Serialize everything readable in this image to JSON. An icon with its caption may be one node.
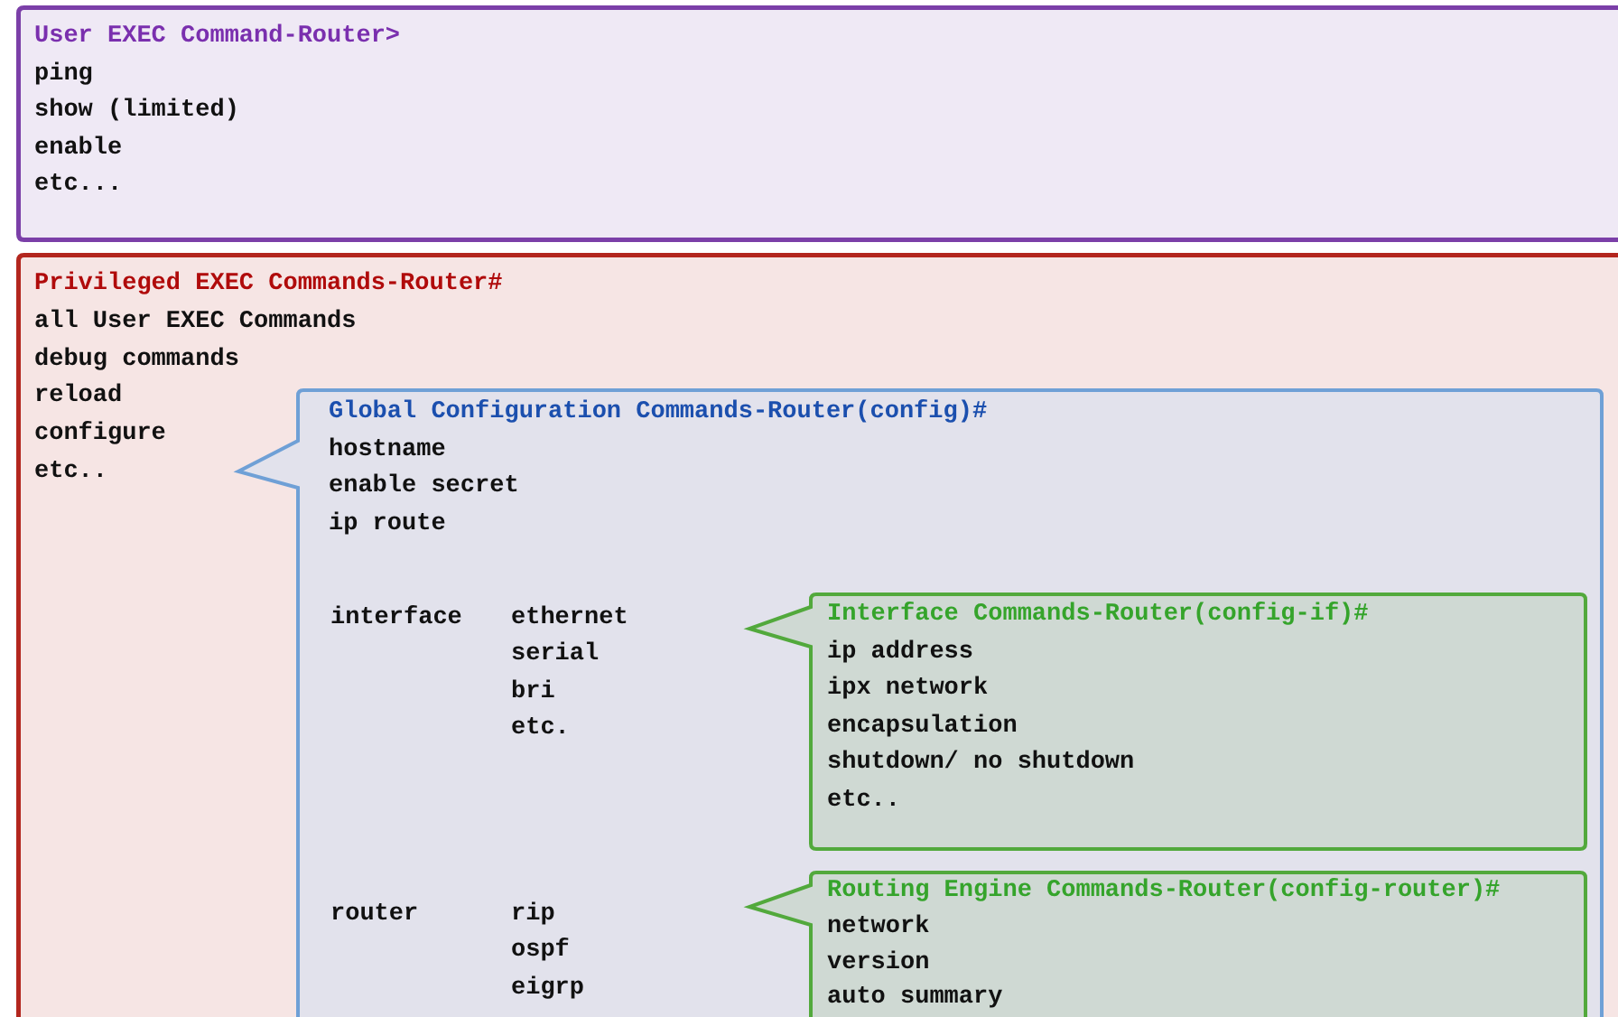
{
  "diagram": {
    "nodes": [
      {
        "text": [
          "User EXEC Command-Router>",
          "ping",
          "show (limited)",
          "enable",
          "etc..."
        ]
      },
      {
        "text": [
          "Privileged EXEC Commands-Router#",
          "all User EXEC Commands",
          "debug commands",
          "reload",
          "configure",
          "etc.."
        ]
      },
      {
        "text": [
          "Global Configuration Commands-Router(config)#",
          "hostname",
          "enable secret",
          "ip route",
          "interface",
          "ethernet",
          "serial",
          "bri",
          "etc.",
          "router",
          "rip",
          "ospf",
          "eigrp"
        ],
        "in": 1
      },
      {
        "text": [
          "Interface Commands-Router(config-if)#",
          "ip address",
          "ipx network",
          "encapsulation",
          "shutdown/ no shutdown",
          "etc.."
        ],
        "in": 2
      },
      {
        "text": [
          "Routing Engine Commands-Router(config-router)#",
          "network",
          "version",
          "auto summary"
        ],
        "in": 2
      }
    ]
  }
}
